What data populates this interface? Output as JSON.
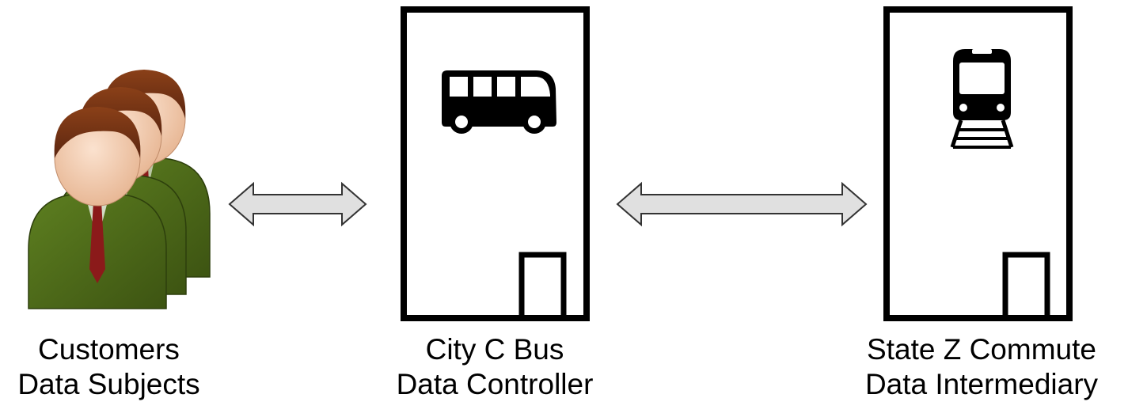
{
  "colors": {
    "line": "#000000",
    "arrow_fill": "#e0e0e0",
    "arrow_stroke": "#333333",
    "suit": "#4f6d1a",
    "skin": "#f6d2b8",
    "hair": "#7a3515",
    "tie": "#8b1a1a"
  },
  "nodes": {
    "customers": {
      "icon": "people-icon",
      "line1": "Customers",
      "line2": "Data Subjects"
    },
    "controller": {
      "icon": "bus-icon",
      "line1": "City C Bus",
      "line2": "Data Controller"
    },
    "intermediary": {
      "icon": "train-icon",
      "line1": "State Z Commute",
      "line2": "Data Intermediary"
    }
  },
  "edges": [
    {
      "from": "customers",
      "to": "controller",
      "style": "double-arrow"
    },
    {
      "from": "controller",
      "to": "intermediary",
      "style": "double-arrow"
    }
  ]
}
